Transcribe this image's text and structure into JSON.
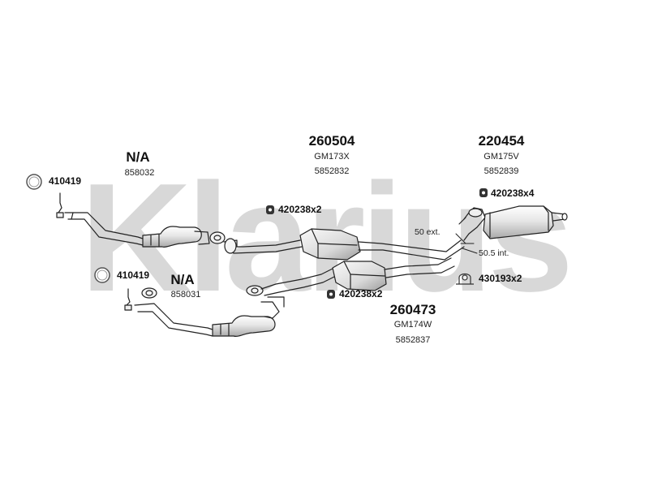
{
  "watermark": "Klarius",
  "labels": {
    "upper_cat": {
      "part": "N/A",
      "code": "858032"
    },
    "lower_cat": {
      "part": "N/A",
      "code": "858031"
    },
    "upper_seal": {
      "part": "410419"
    },
    "lower_seal": {
      "part": "410419"
    },
    "front_box": {
      "part": "260504",
      "model": "GM173X",
      "code": "5852832"
    },
    "rear_box": {
      "part": "220454",
      "model": "GM175V",
      "code": "5852839"
    },
    "lower_box": {
      "part": "260473",
      "model": "GM174W",
      "code": "5852837"
    },
    "mount_front": {
      "part": "420238x2"
    },
    "mount_lower": {
      "part": "420238x2"
    },
    "mount_rear": {
      "part": "420238x4"
    },
    "clamp": {
      "part": "430193x2"
    },
    "dim_ext": "50 ext.",
    "dim_int": "50.5 int."
  },
  "colors": {
    "line": "#222222",
    "watermark": "#d3d3d3",
    "metal_light": "#f2f2f2",
    "metal_shade": "#bdbdbd"
  },
  "icons": [
    "seal-ring-icon",
    "rubber-mount-icon",
    "clamp-icon"
  ]
}
